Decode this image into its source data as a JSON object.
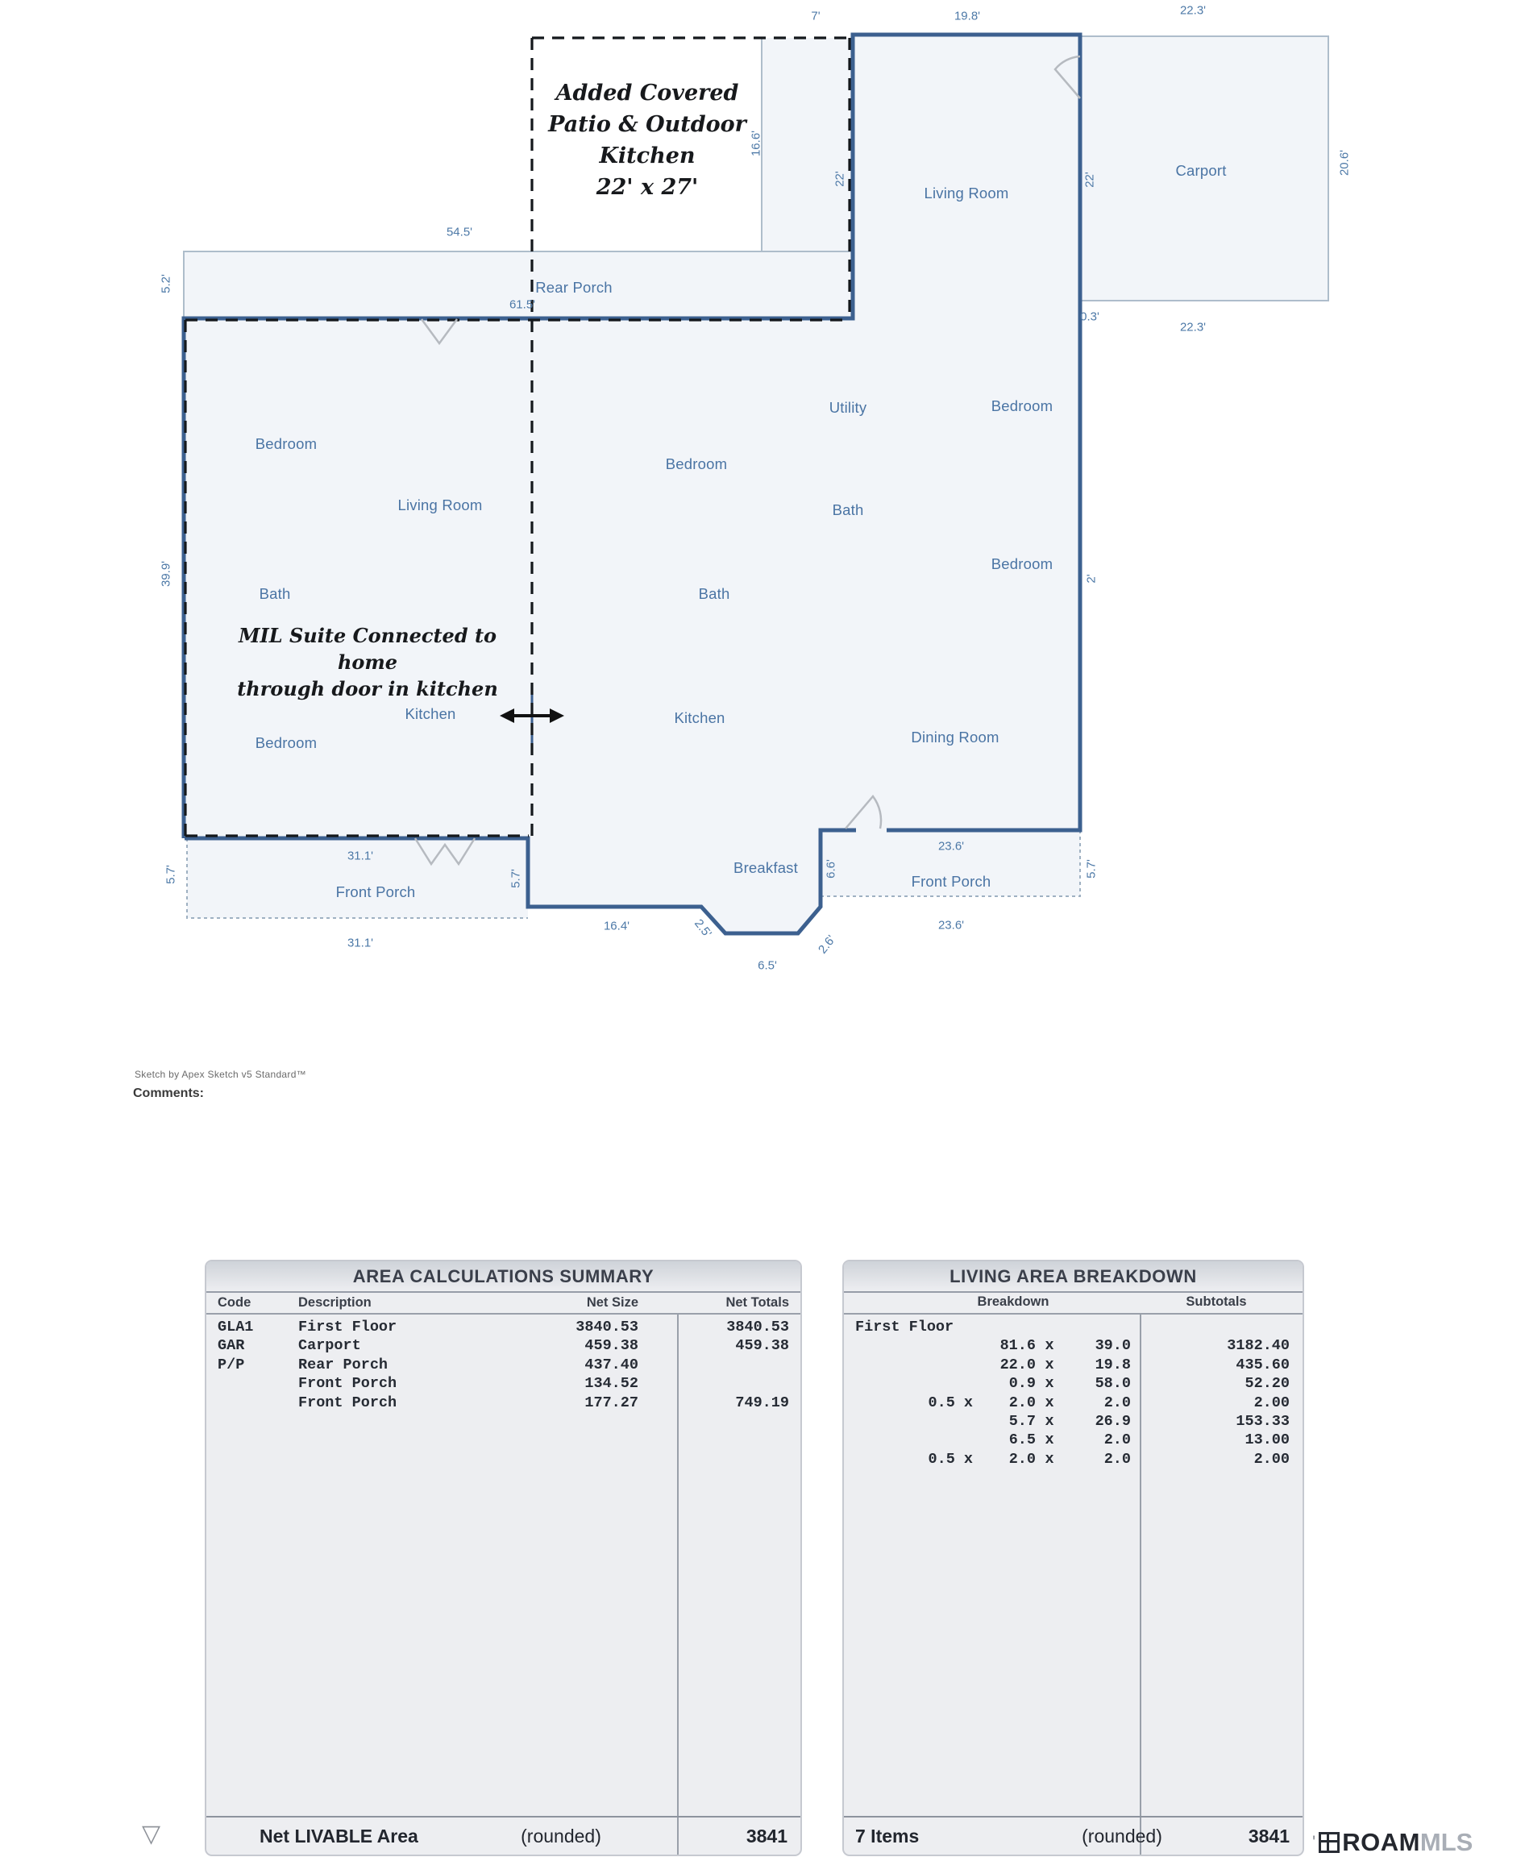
{
  "plan": {
    "patio_note": {
      "l1": "Added Covered",
      "l2": "Patio & Outdoor",
      "l3": "Kitchen",
      "l4": "22' x 27'"
    },
    "mil_note": {
      "l1": "MIL Suite Connected to home",
      "l2": "through door in kitchen"
    },
    "rooms": [
      "Living Room",
      "Carport",
      "Rear Porch",
      "Bedroom",
      "Living Room",
      "Bath",
      "Bedroom",
      "Kitchen",
      "Bedroom",
      "Bath",
      "Kitchen",
      "Utility",
      "Bedroom",
      "Bath",
      "Bedroom",
      "Dining Room",
      "Breakfast",
      "Front Porch",
      "Front Porch"
    ],
    "dims": [
      "7'",
      "19.8'",
      "22.3'",
      "16.6'",
      "22'",
      "22'",
      "20.6'",
      "54.5'",
      "5.2'",
      "61.5'",
      "0.3'",
      "22.3'",
      "39.9'",
      "2'",
      "31.1'",
      "5.7'",
      "5.7'",
      "31.1'",
      "16.4'",
      "2.5'",
      "6.5'",
      "2.6'",
      "6.6'",
      "23.6'",
      "5.7'",
      "23.6'"
    ],
    "colors": {
      "wall_blue": "#3c608f",
      "light_wall": "#aebdcb",
      "room_fill": "#f2f5f9",
      "label_blue": "#4a74a4",
      "dash_black": "#14181c"
    }
  },
  "notes": {
    "sketch_by": "Sketch by Apex Sketch v5 Standard™",
    "comments": "Comments:"
  },
  "summary_table": {
    "title": "AREA CALCULATIONS SUMMARY",
    "headers": {
      "code": "Code",
      "description": "Description",
      "net_size": "Net Size",
      "net_totals": "Net Totals"
    },
    "rows": [
      {
        "code": "GLA1",
        "desc": "First Floor",
        "size": "3840.53",
        "total": "3840.53"
      },
      {
        "code": "GAR",
        "desc": "Carport",
        "size": "459.38",
        "total": "459.38"
      },
      {
        "code": "P/P",
        "desc": "Rear Porch",
        "size": "437.40",
        "total": ""
      },
      {
        "code": "",
        "desc": "Front Porch",
        "size": "134.52",
        "total": ""
      },
      {
        "code": "",
        "desc": "Front Porch",
        "size": "177.27",
        "total": "749.19"
      }
    ],
    "footer": {
      "label": "Net LIVABLE Area",
      "rounded": "(rounded)",
      "value": "3841"
    }
  },
  "breakdown_table": {
    "title": "LIVING AREA BREAKDOWN",
    "headers": {
      "breakdown": "Breakdown",
      "subtotals": "Subtotals"
    },
    "section": "First Floor",
    "rows": [
      {
        "a": "",
        "b": "81.6",
        "x": "x",
        "c": "39.0",
        "sub": "3182.40"
      },
      {
        "a": "",
        "b": "22.0",
        "x": "x",
        "c": "19.8",
        "sub": "435.60"
      },
      {
        "a": "",
        "b": "0.9",
        "x": "x",
        "c": "58.0",
        "sub": "52.20"
      },
      {
        "a": "0.5 x",
        "b": "2.0",
        "x": "x",
        "c": "2.0",
        "sub": "2.00"
      },
      {
        "a": "",
        "b": "5.7",
        "x": "x",
        "c": "26.9",
        "sub": "153.33"
      },
      {
        "a": "",
        "b": "6.5",
        "x": "x",
        "c": "2.0",
        "sub": "13.00"
      },
      {
        "a": "0.5 x",
        "b": "2.0",
        "x": "x",
        "c": "2.0",
        "sub": "2.00"
      }
    ],
    "footer": {
      "label": "7 Items",
      "rounded": "(rounded)",
      "value": "3841"
    }
  },
  "logo": {
    "quote": "'",
    "name": "ROAM",
    "suffix": "MLS"
  },
  "flag_glyph": "▽"
}
